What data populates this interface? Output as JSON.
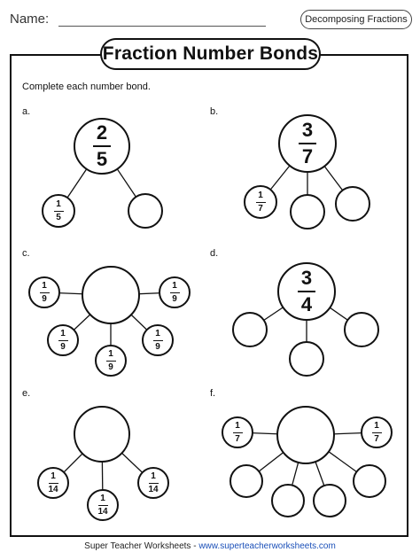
{
  "header": {
    "name_label": "Name:",
    "topic": "Decomposing Fractions"
  },
  "title": "Fraction Number Bonds",
  "instructions": "Complete each number bond.",
  "problems": {
    "a": {
      "label": "a.",
      "whole": {
        "num": "2",
        "den": "5"
      },
      "parts": [
        {
          "num": "1",
          "den": "5"
        },
        null
      ]
    },
    "b": {
      "label": "b.",
      "whole": {
        "num": "3",
        "den": "7"
      },
      "parts": [
        {
          "num": "1",
          "den": "7"
        },
        null,
        null
      ]
    },
    "c": {
      "label": "c.",
      "whole": null,
      "parts": [
        {
          "num": "1",
          "den": "9"
        },
        {
          "num": "1",
          "den": "9"
        },
        {
          "num": "1",
          "den": "9"
        },
        {
          "num": "1",
          "den": "9"
        },
        {
          "num": "1",
          "den": "9"
        }
      ]
    },
    "d": {
      "label": "d.",
      "whole": {
        "num": "3",
        "den": "4"
      },
      "parts": [
        null,
        null,
        null
      ]
    },
    "e": {
      "label": "e.",
      "whole": null,
      "parts": [
        {
          "num": "1",
          "den": "14"
        },
        {
          "num": "1",
          "den": "14"
        },
        {
          "num": "1",
          "den": "14"
        }
      ]
    },
    "f": {
      "label": "f.",
      "whole": null,
      "parts": [
        {
          "num": "1",
          "den": "7"
        },
        {
          "num": "1",
          "den": "7"
        },
        null,
        null,
        null,
        null
      ]
    }
  },
  "footer": {
    "brand": "Super Teacher Worksheets",
    "separator": "-",
    "url": "www.superteacherworksheets.com"
  }
}
